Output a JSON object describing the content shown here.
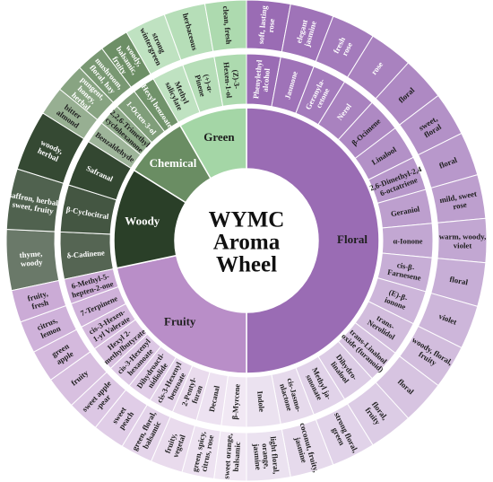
{
  "title": {
    "line1": "WYMC",
    "line2": "Aroma",
    "line3": "Wheel"
  },
  "colors": {
    "Green": "#a4d6a6",
    "Chemical": "#6a8d63",
    "Woody": "#2a3f28",
    "Fruity": "#b98ec8",
    "Floral": "#9a6cb4",
    "divider": "#ffffff"
  },
  "categories": [
    {
      "name": "Floral",
      "label": "Floral",
      "start": 0,
      "end": 180
    },
    {
      "name": "Fruity",
      "label": "Fruity",
      "start": 180,
      "end": 258
    },
    {
      "name": "Woody",
      "label": "Woody",
      "start": 258,
      "end": 302
    },
    {
      "name": "Chemical",
      "label": "Chemical",
      "start": 302,
      "end": 330
    },
    {
      "name": "Green",
      "label": "Green",
      "start": 330,
      "end": 360
    }
  ],
  "compounds": [
    {
      "cat": "Green",
      "lines": [
        "Methyl",
        "salicylate"
      ],
      "shade": 0.3
    },
    {
      "cat": "Green",
      "lines": [
        "(+)-α-",
        "Pinene"
      ],
      "shade": 0.2
    },
    {
      "cat": "Green",
      "lines": [
        "(Z)-3-",
        "Hexen-1-ol"
      ],
      "shade": 0.1
    },
    {
      "cat": "Chemical",
      "lines": [
        "Benzaldehyde"
      ],
      "shade": 0.35
    },
    {
      "cat": "Chemical",
      "lines": [
        "2,2,6-Trimethyl",
        "cyclohexanone"
      ],
      "shade": 0.25
    },
    {
      "cat": "Chemical",
      "lines": [
        "1-Octen-3-ol"
      ],
      "shade": 0.15
    },
    {
      "cat": "Chemical",
      "lines": [
        "Hexyl benzoate"
      ],
      "shade": 0.05
    },
    {
      "cat": "Woody",
      "lines": [
        "δ-Cadinene"
      ],
      "shade": 0.2
    },
    {
      "cat": "Woody",
      "lines": [
        "β-Cyclocitral"
      ],
      "shade": 0.12
    },
    {
      "cat": "Woody",
      "lines": [
        "Safranal"
      ],
      "shade": 0.04
    },
    {
      "cat": "Fruity",
      "lines": [
        "β-Myrcene"
      ],
      "shade": 0.8
    },
    {
      "cat": "Fruity",
      "lines": [
        "Decanal"
      ],
      "shade": 0.74
    },
    {
      "cat": "Fruity",
      "lines": [
        "2-Pentyl-",
        "furan"
      ],
      "shade": 0.68
    },
    {
      "cat": "Fruity",
      "lines": [
        "cis-3-Hexenyl",
        "benzoate"
      ],
      "shade": 0.62
    },
    {
      "cat": "Fruity",
      "lines": [
        "Dihydroacti-",
        "nidiolide"
      ],
      "shade": 0.56
    },
    {
      "cat": "Fruity",
      "lines": [
        "cis-3-Hexenyl",
        "hexanoate"
      ],
      "shade": 0.5
    },
    {
      "cat": "Fruity",
      "lines": [
        "Hexyl 2-",
        "methylbutyrate"
      ],
      "shade": 0.44
    },
    {
      "cat": "Fruity",
      "lines": [
        "cis-3-Hexen-",
        "1-yl Valerate"
      ],
      "shade": 0.38
    },
    {
      "cat": "Fruity",
      "lines": [
        "7-Terpinene"
      ],
      "shade": 0.32
    },
    {
      "cat": "Fruity",
      "lines": [
        "6-Methyl-5-",
        "hepten-2-one"
      ],
      "shade": 0.26
    },
    {
      "cat": "Floral",
      "lines": [
        "Phenylethyl",
        "alcohol"
      ],
      "shade": 0.0
    },
    {
      "cat": "Floral",
      "lines": [
        "Jasmone"
      ],
      "shade": 0.05
    },
    {
      "cat": "Floral",
      "lines": [
        "Geranyla-",
        "cetone"
      ],
      "shade": 0.1
    },
    {
      "cat": "Floral",
      "lines": [
        "Nerol"
      ],
      "shade": 0.15
    },
    {
      "cat": "Floral",
      "lines": [
        "β-Ocimene"
      ],
      "shade": 0.2
    },
    {
      "cat": "Floral",
      "lines": [
        "Linalool"
      ],
      "shade": 0.25
    },
    {
      "cat": "Floral",
      "lines": [
        "2,6-Dimethyl-2,4",
        "6-octatriene"
      ],
      "shade": 0.3
    },
    {
      "cat": "Floral",
      "lines": [
        "Geraniol"
      ],
      "shade": 0.35
    },
    {
      "cat": "Floral",
      "lines": [
        "α-Ionone"
      ],
      "shade": 0.4
    },
    {
      "cat": "Floral",
      "lines": [
        "cis-β-",
        "Farnesene"
      ],
      "shade": 0.45
    },
    {
      "cat": "Floral",
      "lines": [
        "(E)-β-",
        "ionone"
      ],
      "shade": 0.5
    },
    {
      "cat": "Floral",
      "lines": [
        "trans-",
        "Nerolidol"
      ],
      "shade": 0.55
    },
    {
      "cat": "Floral",
      "lines": [
        "trans-Linalool",
        "oxide (furanoid)"
      ],
      "shade": 0.6
    },
    {
      "cat": "Floral",
      "lines": [
        "Dihydro-",
        "linalool"
      ],
      "shade": 0.65
    },
    {
      "cat": "Floral",
      "lines": [
        "Methyl ja-",
        "smonate"
      ],
      "shade": 0.7
    },
    {
      "cat": "Floral",
      "lines": [
        "cis-Jasmo-",
        "nlactone"
      ],
      "shade": 0.75
    },
    {
      "cat": "Floral",
      "lines": [
        "Indole"
      ],
      "shade": 0.8
    }
  ],
  "descriptors": [
    {
      "cat": "Green",
      "lines": [
        "strong",
        "wintergreen"
      ],
      "shade": 0.3
    },
    {
      "cat": "Green",
      "lines": [
        "herbaceous"
      ],
      "shade": 0.2
    },
    {
      "cat": "Green",
      "lines": [
        "clean, fresh"
      ],
      "shade": 0.1
    },
    {
      "cat": "Chemical",
      "lines": [
        "bitter",
        "almond"
      ],
      "shade": 0.3
    },
    {
      "cat": "Chemical",
      "lines": [
        "pungent,",
        "honey,",
        "herbal"
      ],
      "shade": 0.2
    },
    {
      "cat": "Chemical",
      "lines": [
        "mushroom,",
        "floral, hay"
      ],
      "shade": 0.1
    },
    {
      "cat": "Chemical",
      "lines": [
        "woody,",
        "balsamic,",
        "fruity"
      ],
      "shade": 0.02
    },
    {
      "cat": "Woody",
      "lines": [
        "thyme,",
        "woody"
      ],
      "shade": 0.3
    },
    {
      "cat": "Woody",
      "lines": [
        "saffron, herbal,",
        "sweet, fruity"
      ],
      "shade": 0.18
    },
    {
      "cat": "Woody",
      "lines": [
        "woody,",
        "herbal"
      ],
      "shade": 0.05
    },
    {
      "cat": "Fruity",
      "lines": [
        "sweet orange,",
        "balsamic"
      ],
      "shade": 0.8
    },
    {
      "cat": "Fruity",
      "lines": [
        "green, spicy,",
        "citrus, rose"
      ],
      "shade": 0.74
    },
    {
      "cat": "Fruity",
      "lines": [
        "fruity,",
        "vegetal"
      ],
      "shade": 0.68
    },
    {
      "cat": "Fruity",
      "lines": [
        "green, floral,",
        "balsamic"
      ],
      "shade": 0.62
    },
    {
      "cat": "Fruity",
      "lines": [
        "sweet",
        "peach"
      ],
      "shade": 0.56
    },
    {
      "cat": "Fruity",
      "lines": [
        "sweet apple",
        "-pear"
      ],
      "shade": 0.5
    },
    {
      "cat": "Fruity",
      "lines": [
        "fruity"
      ],
      "shade": 0.44
    },
    {
      "cat": "Fruity",
      "lines": [
        "green",
        "apple"
      ],
      "shade": 0.38
    },
    {
      "cat": "Fruity",
      "lines": [
        "citrus,",
        "lemon"
      ],
      "shade": 0.32
    },
    {
      "cat": "Fruity",
      "lines": [
        "fruity,",
        "fresh"
      ],
      "shade": 0.26
    },
    {
      "cat": "Floral",
      "lines": [
        "soft, lasting",
        "rose"
      ],
      "shade": 0.0
    },
    {
      "cat": "Floral",
      "lines": [
        "elegant",
        "jasmine"
      ],
      "shade": 0.05
    },
    {
      "cat": "Floral",
      "lines": [
        "fresh",
        "rose"
      ],
      "shade": 0.1
    },
    {
      "cat": "Floral",
      "lines": [
        "rose"
      ],
      "shade": 0.15
    },
    {
      "cat": "Floral",
      "lines": [
        "floral"
      ],
      "shade": 0.2
    },
    {
      "cat": "Floral",
      "lines": [
        "sweet,",
        "floral"
      ],
      "shade": 0.25
    },
    {
      "cat": "Floral",
      "lines": [
        "floral"
      ],
      "shade": 0.3
    },
    {
      "cat": "Floral",
      "lines": [
        "mild, sweet",
        "rose"
      ],
      "shade": 0.35
    },
    {
      "cat": "Floral",
      "lines": [
        "warm, woody,",
        "violet"
      ],
      "shade": 0.4
    },
    {
      "cat": "Floral",
      "lines": [
        "floral"
      ],
      "shade": 0.45
    },
    {
      "cat": "Floral",
      "lines": [
        "violet"
      ],
      "shade": 0.5
    },
    {
      "cat": "Floral",
      "lines": [
        "woody, floral,",
        "fruity"
      ],
      "shade": 0.55
    },
    {
      "cat": "Floral",
      "lines": [
        "floral"
      ],
      "shade": 0.6
    },
    {
      "cat": "Floral",
      "lines": [
        "floral,",
        "fruity"
      ],
      "shade": 0.65
    },
    {
      "cat": "Floral",
      "lines": [
        "strong floral,",
        "green"
      ],
      "shade": 0.7
    },
    {
      "cat": "Floral",
      "lines": [
        "coconut, fruity,",
        "jasmine"
      ],
      "shade": 0.75
    },
    {
      "cat": "Floral",
      "lines": [
        "light floral,",
        "orange,",
        "jasmine"
      ],
      "shade": 0.8
    }
  ]
}
